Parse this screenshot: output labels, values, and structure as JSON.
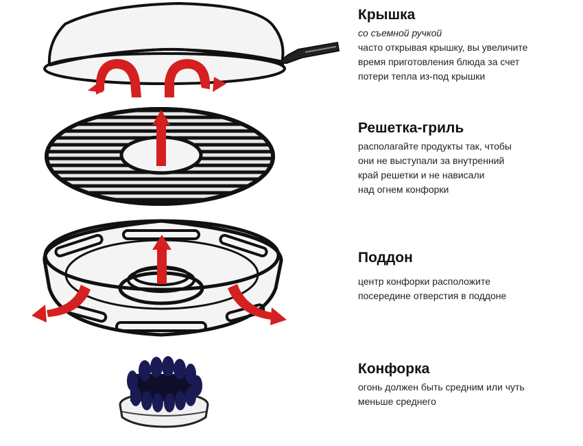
{
  "colors": {
    "outline": "#111111",
    "fill": "#f4f4f4",
    "arrow": "#d42020",
    "flame": "#1a1a55"
  },
  "parts": [
    {
      "id": "lid",
      "title": "Крышка",
      "subtitle": "со съемной ручкой",
      "lines": [
        "часто открывая крышку, вы увеличите",
        "время приготовления блюда за счет",
        "потери тепла из-под крышки"
      ],
      "icon": "lid-illustration"
    },
    {
      "id": "grill",
      "title": "Решетка-гриль",
      "lines": [
        "располагайте продукты так, чтобы",
        "они не выступали за внутренний",
        "край решетки и не нависали",
        "над огнем конфорки"
      ],
      "icon": "grill-grate-illustration"
    },
    {
      "id": "tray",
      "title": "Поддон",
      "lines": [
        "центр конфорки расположите",
        "посередине отверстия в поддоне"
      ],
      "icon": "tray-illustration"
    },
    {
      "id": "burner",
      "title": "Конфорка",
      "lines": [
        "огонь должен быть средним или чуть",
        "меньше среднего"
      ],
      "icon": "burner-illustration"
    }
  ]
}
